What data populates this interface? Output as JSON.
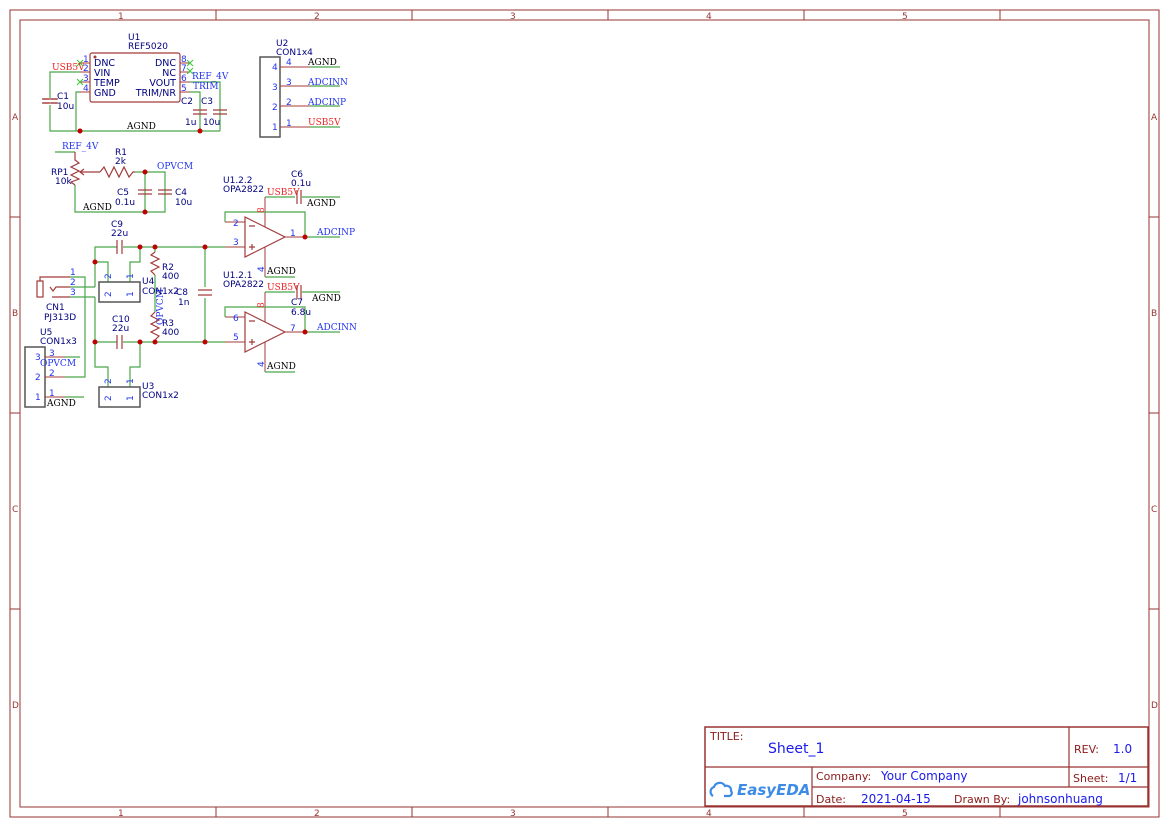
{
  "sheet": {
    "column_labels": [
      "1",
      "2",
      "3",
      "4",
      "5"
    ],
    "row_labels": [
      "A",
      "B",
      "C",
      "D"
    ],
    "colors": {
      "frame": "#993333",
      "wire": "#4aa84a",
      "component": "#a33b3b",
      "net_label": "#2233ee",
      "power_label": "#ee2222",
      "junction": "#c00000"
    }
  },
  "u1": {
    "ref": "U1",
    "value": "REF5020",
    "pins_left": [
      {
        "num": "1",
        "name": "DNC"
      },
      {
        "num": "2",
        "name": "VIN"
      },
      {
        "num": "3",
        "name": "TEMP"
      },
      {
        "num": "4",
        "name": "GND"
      }
    ],
    "pins_right": [
      {
        "num": "8",
        "name": "DNC"
      },
      {
        "num": "7",
        "name": "NC"
      },
      {
        "num": "6",
        "name": "VOUT"
      },
      {
        "num": "5",
        "name": "TRIM/NR"
      }
    ]
  },
  "c1": {
    "ref": "C1",
    "value": "10u"
  },
  "c2": {
    "ref": "C2",
    "value": "1u"
  },
  "c3": {
    "ref": "C3",
    "value": "10u"
  },
  "u2": {
    "ref": "U2",
    "value": "CON1x4",
    "pins": [
      "4",
      "3",
      "2",
      "1"
    ],
    "nets": [
      "AGND",
      "ADCINN",
      "ADCINP",
      "USB5V"
    ]
  },
  "rp1": {
    "ref": "RP1",
    "value": "10k"
  },
  "r1": {
    "ref": "R1",
    "value": "2k"
  },
  "c5": {
    "ref": "C5",
    "value": "0.1u"
  },
  "c4": {
    "ref": "C4",
    "value": "10u"
  },
  "c9": {
    "ref": "C9",
    "value": "22u"
  },
  "c10": {
    "ref": "C10",
    "value": "22u"
  },
  "r2": {
    "ref": "R2",
    "value": "400"
  },
  "r3": {
    "ref": "R3",
    "value": "400"
  },
  "c8": {
    "ref": "C8",
    "value": "1n"
  },
  "u4": {
    "ref": "U4",
    "value": "CON1x2",
    "pins": [
      "2",
      "1"
    ]
  },
  "u3": {
    "ref": "U3",
    "value": "CON1x2",
    "pins": [
      "2",
      "1"
    ]
  },
  "cn1": {
    "ref": "CN1",
    "value": "PJ313D",
    "pins": [
      "1",
      "2",
      "3"
    ]
  },
  "u5": {
    "ref": "U5",
    "value": "CON1x3",
    "pins": [
      "3",
      "2",
      "1"
    ]
  },
  "opamp_a": {
    "ref": "U1.2.2",
    "value": "OPA2822",
    "pins": {
      "inv": "2",
      "noninv": "3",
      "out": "1",
      "vplus": "8",
      "vminus": "4"
    }
  },
  "opamp_b": {
    "ref": "U1.2.1",
    "value": "OPA2822",
    "pins": {
      "inv": "6",
      "noninv": "5",
      "out": "7",
      "vplus": "8",
      "vminus": "4"
    }
  },
  "c6": {
    "ref": "C6",
    "value": "0.1u"
  },
  "c7": {
    "ref": "C7",
    "value": "6.8u"
  },
  "nets": {
    "usb5v": "USB5V",
    "agnd": "AGND",
    "ref4v": "REF_4V",
    "trim": "TRIM",
    "opvcm": "OPVCM",
    "adcinp": "ADCINP",
    "adcinn": "ADCINN"
  },
  "title_block": {
    "title_label": "TITLE:",
    "title": "Sheet_1",
    "rev_label": "REV:",
    "rev": "1.0",
    "company_label": "Company:",
    "company": "Your Company",
    "sheet_label": "Sheet:",
    "sheet": "1/1",
    "date_label": "Date:",
    "date": "2021-04-15",
    "drawn_label": "Drawn By:",
    "drawn_by": "johnsonhuang",
    "logo": "EasyEDA"
  }
}
